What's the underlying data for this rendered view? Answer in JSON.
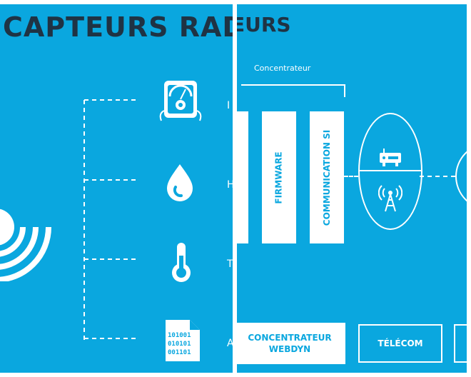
{
  "left_panel": {
    "title": "CAPTEURS RADI",
    "rows": [
      {
        "icon": "multimeter-icon",
        "letter": "I"
      },
      {
        "icon": "water-drop-icon",
        "letter": "H"
      },
      {
        "icon": "thermometer-icon",
        "letter": "T"
      },
      {
        "icon": "binary-file-icon",
        "letter": "A"
      }
    ],
    "binary_lines": [
      "101001",
      "010101",
      "001101"
    ]
  },
  "right_panel": {
    "title": "EURS",
    "concentrator_label": "Concentrateur",
    "modules": [
      {
        "name": "partial",
        "label": ""
      },
      {
        "name": "firmware",
        "label": "FIRMWARE"
      },
      {
        "name": "communication",
        "label": "COMMUNICATION SI"
      }
    ],
    "bottom_boxes": {
      "concentrateur_line1": "CONCENTRATEUR",
      "concentrateur_line2": "WEBDYN",
      "telecom": "TÉLÉCOM"
    }
  },
  "colors": {
    "background": "#0aa7df",
    "title": "#1f3344",
    "foreground": "#ffffff"
  }
}
